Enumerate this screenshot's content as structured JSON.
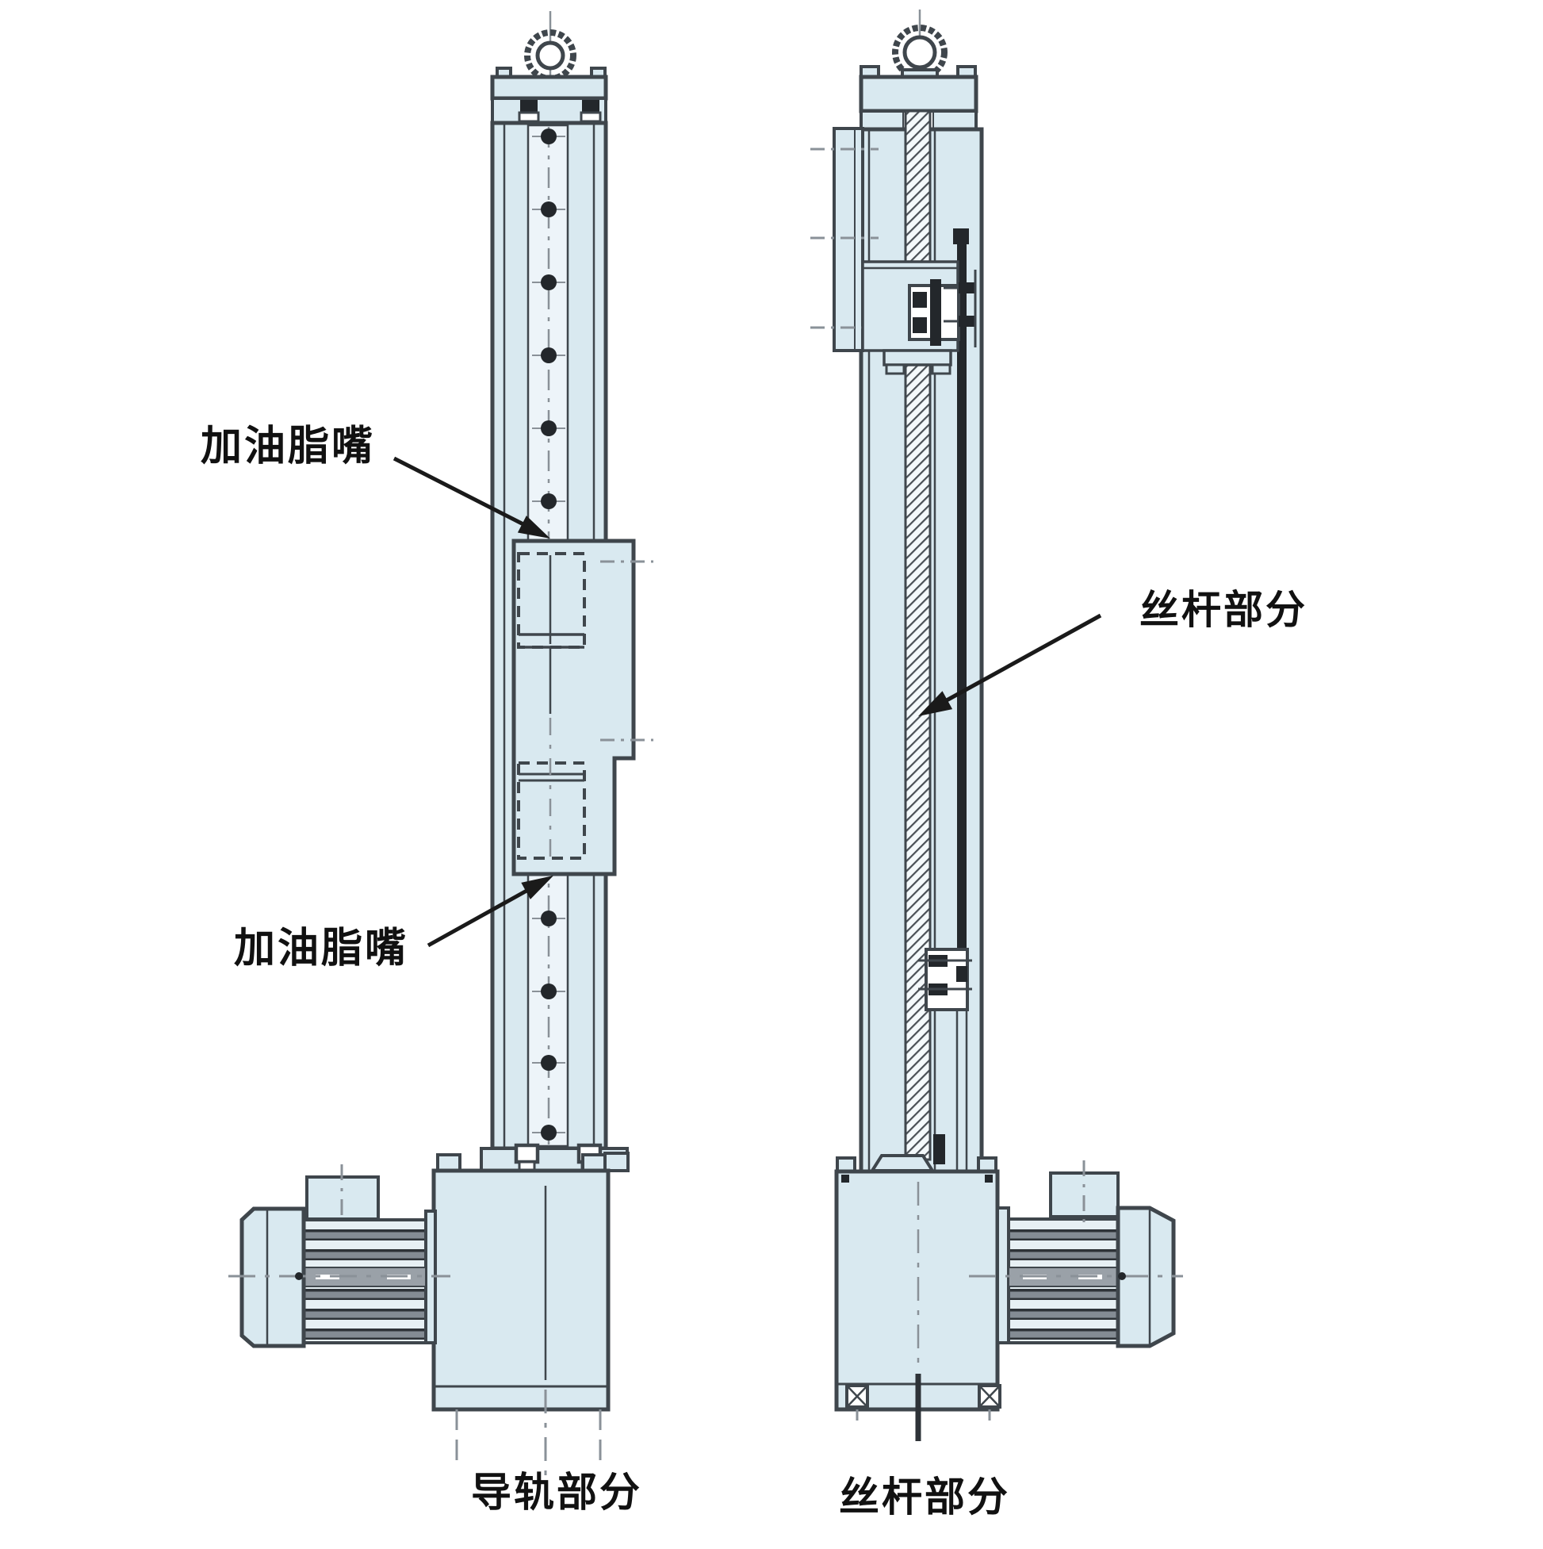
{
  "figure": {
    "type": "mechanical-assembly-drawing",
    "description": "Two orthographic views of a vertical linear actuator unit with motor and gearbox",
    "callouts": {
      "grease_nipple_top": "加油脂嘴",
      "grease_nipple_bottom": "加油脂嘴",
      "screw_section": "丝杆部分"
    },
    "captions": {
      "left_view": "导轨部分",
      "right_view": "丝杆部分"
    }
  },
  "colors": {
    "body_fill": "#d9e9f0",
    "slot_fill": "#edf4f9",
    "outline": "#3f464c",
    "dark": "#23272b",
    "gray_line": "#8a9198",
    "fin_gray": "#848c94",
    "fin_light": "#e7f0f4",
    "hatch_line": "#4a5056",
    "arrow": "#1a1a1a",
    "text": "#111111",
    "band_gray": "#9aa1a8",
    "white": "#ffffff"
  }
}
